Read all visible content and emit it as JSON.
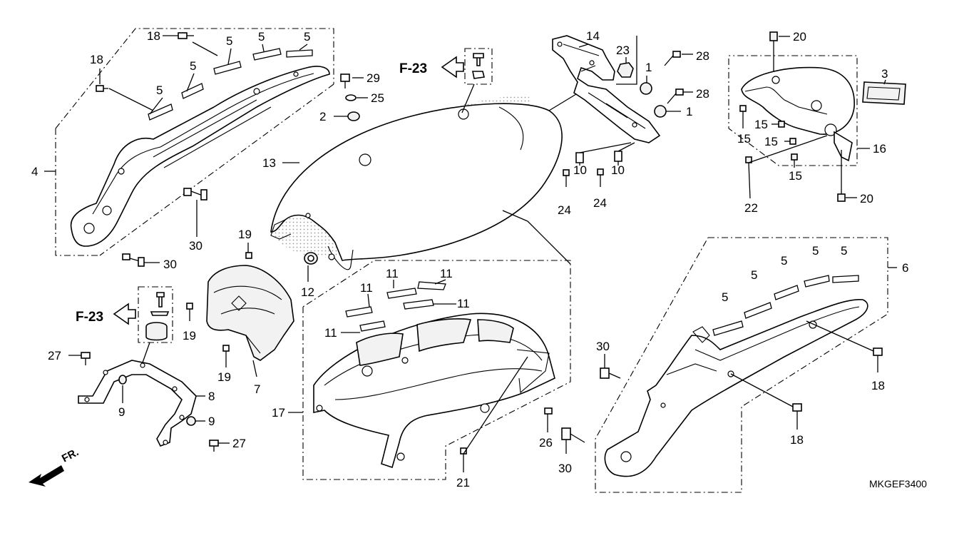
{
  "diagram_code": "MKGEF3400",
  "direction_marker": "FR.",
  "references": [
    "F-23",
    "F-23"
  ],
  "callouts": {
    "c1a": "1",
    "c1b": "1",
    "c2": "2",
    "c3": "3",
    "c4": "4",
    "c5a": "5",
    "c5b": "5",
    "c5c": "5",
    "c5d": "5",
    "c5e": "5",
    "c5f": "5",
    "c5g": "5",
    "c5h": "5",
    "c5i": "5",
    "c5j": "5",
    "c6": "6",
    "c7": "7",
    "c8": "8",
    "c9a": "9",
    "c9b": "9",
    "c10a": "10",
    "c10b": "10",
    "c11a": "11",
    "c11b": "11",
    "c11c": "11",
    "c11d": "11",
    "c11e": "11",
    "c12": "12",
    "c13": "13",
    "c14": "14",
    "c15a": "15",
    "c15b": "15",
    "c15c": "15",
    "c15d": "15",
    "c16": "16",
    "c17": "17",
    "c18a": "18",
    "c18b": "18",
    "c18c": "18",
    "c18d": "18",
    "c19a": "19",
    "c19b": "19",
    "c19c": "19",
    "c20a": "20",
    "c20b": "20",
    "c21": "21",
    "c22": "22",
    "c23": "23",
    "c24a": "24",
    "c24b": "24",
    "c25": "25",
    "c26": "26",
    "c27a": "27",
    "c27b": "27",
    "c28a": "28",
    "c28b": "28",
    "c29": "29",
    "c30a": "30",
    "c30b": "30",
    "c30c": "30",
    "c30d": "30"
  }
}
